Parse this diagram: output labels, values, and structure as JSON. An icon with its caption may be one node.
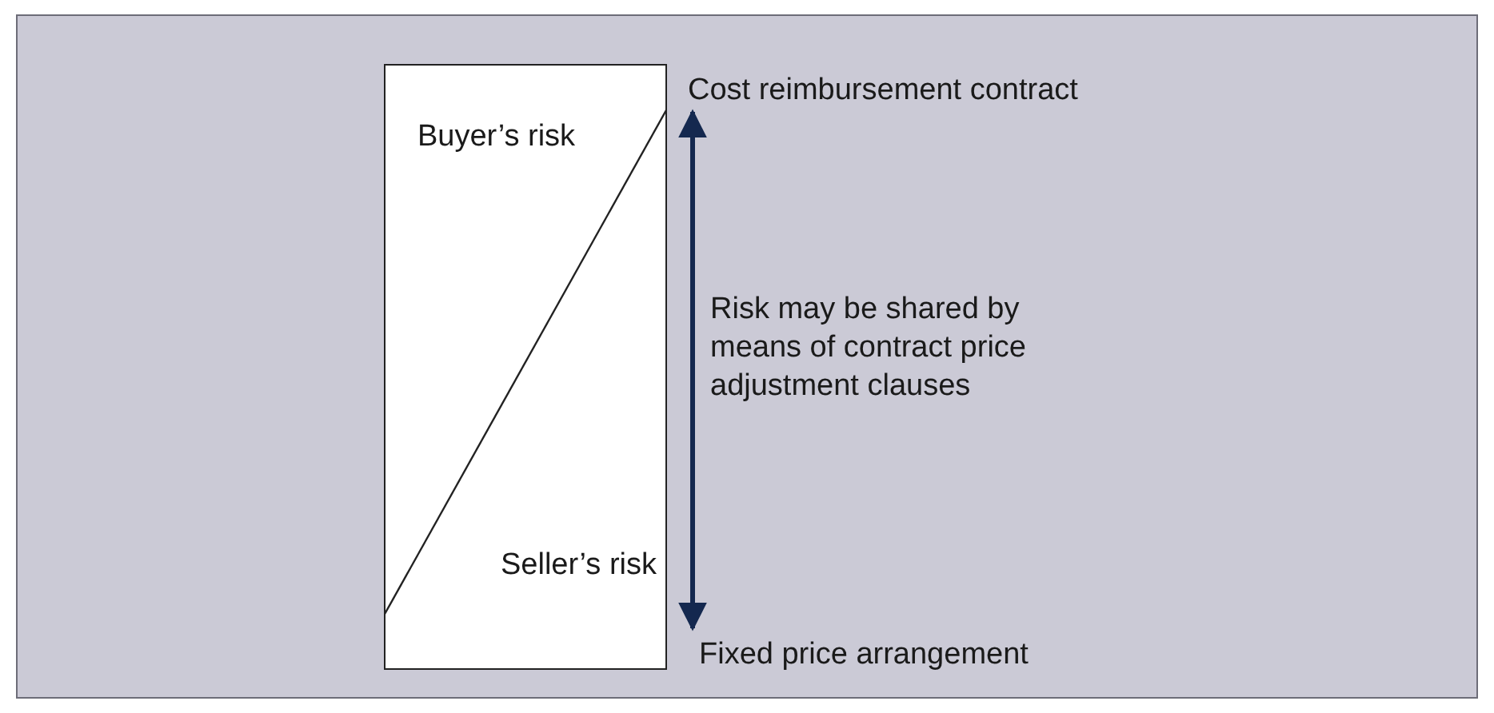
{
  "diagram": {
    "nodes": [
      {
        "text": [
          "Buyer’s risk",
          "Seller’s risk"
        ]
      },
      {
        "text": [
          "Cost reimbursement contract"
        ]
      },
      {
        "text": [
          "Fixed price arrangement"
        ]
      }
    ],
    "edges": [
      {
        "from": 1,
        "to": 2,
        "arrow": "both",
        "color": "#14284f"
      }
    ],
    "labels": [
      "Risk may be shared by means of contract price adjustment clauses"
    ]
  }
}
